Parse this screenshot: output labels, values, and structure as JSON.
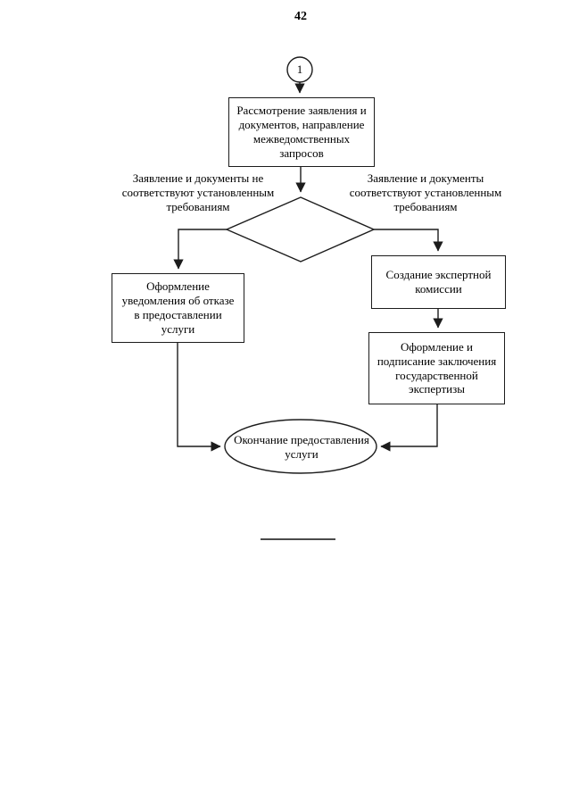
{
  "page": {
    "number": "42"
  },
  "flowchart": {
    "connector_circle": {
      "label": "1"
    },
    "start_box": {
      "text": "Рассмотрение заявления и документов, направление межведомственных запросов"
    },
    "branch_labels": {
      "left": "Заявление и документы не соответствуют установленным требованиям",
      "right": "Заявление и документы соответствуют установленным требованиям"
    },
    "left_box": {
      "text": "Оформление уведомления об отказе в предоставлении услуги"
    },
    "right_box_1": {
      "text": "Создание экспертной комиссии"
    },
    "right_box_2": {
      "text": "Оформление и подписание заключения государственной экспертизы"
    },
    "end_ellipse": {
      "text": "Окончание предоставления услуги"
    },
    "colors": {
      "line": "#1c1c1c",
      "background": "#ffffff",
      "text": "#000000"
    }
  }
}
